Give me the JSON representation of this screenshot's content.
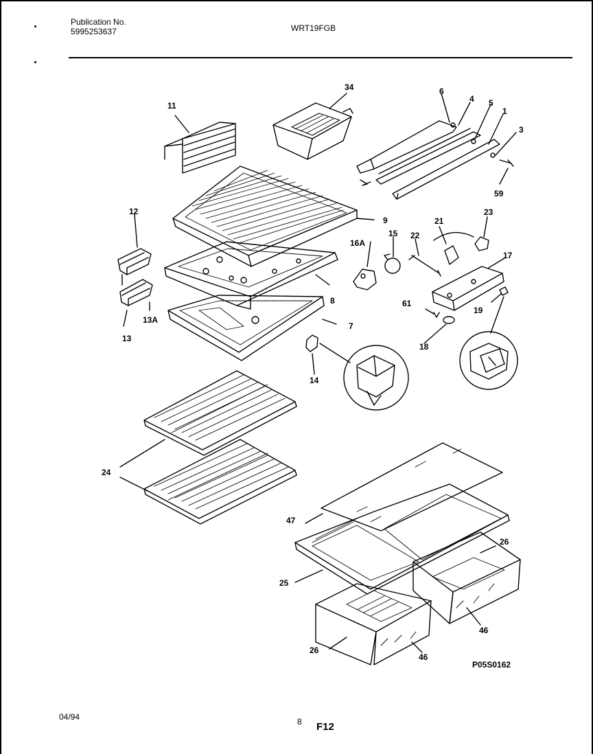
{
  "header": {
    "publication_label": "Publication No.",
    "publication_number": "5995253637",
    "model": "WRT19FGB"
  },
  "footer": {
    "date": "04/94",
    "page_number": "8",
    "section": "F12",
    "figure_code": "P05S0162"
  },
  "part_labels": {
    "p11": "11",
    "p34": "34",
    "p6": "6",
    "p4": "4",
    "p5": "5",
    "p1": "1",
    "p3": "3",
    "p59": "59",
    "p12": "12",
    "p9": "9",
    "p21": "21",
    "p23": "23",
    "p16a": "16A",
    "p15": "15",
    "p22": "22",
    "p17": "17",
    "p8": "8",
    "p61": "61",
    "p19": "19",
    "p13a": "13A",
    "p13": "13",
    "p7": "7",
    "p18": "18",
    "p14": "14",
    "p24": "24",
    "p47": "47",
    "p26a": "26",
    "p25": "25",
    "p46a": "46",
    "p26b": "26",
    "p46b": "46"
  }
}
